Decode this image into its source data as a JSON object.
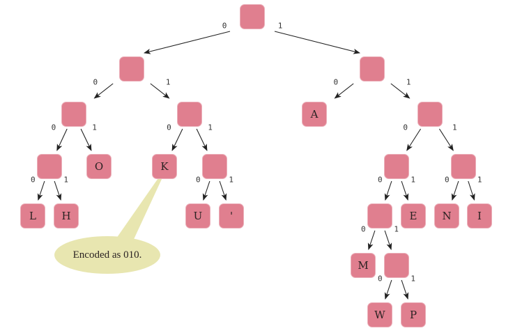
{
  "diagram": {
    "title": "Huffman encoding tree",
    "colors": {
      "node": "#e07f8f",
      "callout": "#e8e6b0",
      "edge": "#222222"
    },
    "nodes": [
      {
        "id": "root",
        "label": ""
      },
      {
        "id": "n0",
        "label": ""
      },
      {
        "id": "n1",
        "label": ""
      },
      {
        "id": "n00",
        "label": ""
      },
      {
        "id": "n01",
        "label": ""
      },
      {
        "id": "n10",
        "label": "A"
      },
      {
        "id": "n11",
        "label": ""
      },
      {
        "id": "n000",
        "label": ""
      },
      {
        "id": "n001",
        "label": "O"
      },
      {
        "id": "n010",
        "label": "K"
      },
      {
        "id": "n011",
        "label": ""
      },
      {
        "id": "n110",
        "label": ""
      },
      {
        "id": "n111",
        "label": ""
      },
      {
        "id": "n0000",
        "label": "L"
      },
      {
        "id": "n0001",
        "label": "H"
      },
      {
        "id": "n0110",
        "label": "U"
      },
      {
        "id": "n0111",
        "label": "'"
      },
      {
        "id": "n1100",
        "label": ""
      },
      {
        "id": "n1101",
        "label": "E"
      },
      {
        "id": "n1110",
        "label": "N"
      },
      {
        "id": "n1111",
        "label": "I"
      },
      {
        "id": "n11000",
        "label": "M"
      },
      {
        "id": "n11001",
        "label": ""
      },
      {
        "id": "n110010",
        "label": "W"
      },
      {
        "id": "n110011",
        "label": "P"
      }
    ],
    "edges": [
      {
        "from": "root",
        "to": "n0",
        "bit": "0"
      },
      {
        "from": "root",
        "to": "n1",
        "bit": "1"
      },
      {
        "from": "n0",
        "to": "n00",
        "bit": "0"
      },
      {
        "from": "n0",
        "to": "n01",
        "bit": "1"
      },
      {
        "from": "n1",
        "to": "n10",
        "bit": "0"
      },
      {
        "from": "n1",
        "to": "n11",
        "bit": "1"
      },
      {
        "from": "n00",
        "to": "n000",
        "bit": "0"
      },
      {
        "from": "n00",
        "to": "n001",
        "bit": "1"
      },
      {
        "from": "n01",
        "to": "n010",
        "bit": "0"
      },
      {
        "from": "n01",
        "to": "n011",
        "bit": "1"
      },
      {
        "from": "n11",
        "to": "n110",
        "bit": "0"
      },
      {
        "from": "n11",
        "to": "n111",
        "bit": "1"
      },
      {
        "from": "n000",
        "to": "n0000",
        "bit": "0"
      },
      {
        "from": "n000",
        "to": "n0001",
        "bit": "1"
      },
      {
        "from": "n011",
        "to": "n0110",
        "bit": "0"
      },
      {
        "from": "n011",
        "to": "n0111",
        "bit": "1"
      },
      {
        "from": "n110",
        "to": "n1100",
        "bit": "0"
      },
      {
        "from": "n110",
        "to": "n1101",
        "bit": "1"
      },
      {
        "from": "n111",
        "to": "n1110",
        "bit": "0"
      },
      {
        "from": "n111",
        "to": "n1111",
        "bit": "1"
      },
      {
        "from": "n1100",
        "to": "n11000",
        "bit": "0"
      },
      {
        "from": "n1100",
        "to": "n11001",
        "bit": "1"
      },
      {
        "from": "n11001",
        "to": "n110010",
        "bit": "0"
      },
      {
        "from": "n11001",
        "to": "n110011",
        "bit": "1"
      }
    ],
    "callout": {
      "target": "n010",
      "text": "Encoded as 010."
    }
  }
}
